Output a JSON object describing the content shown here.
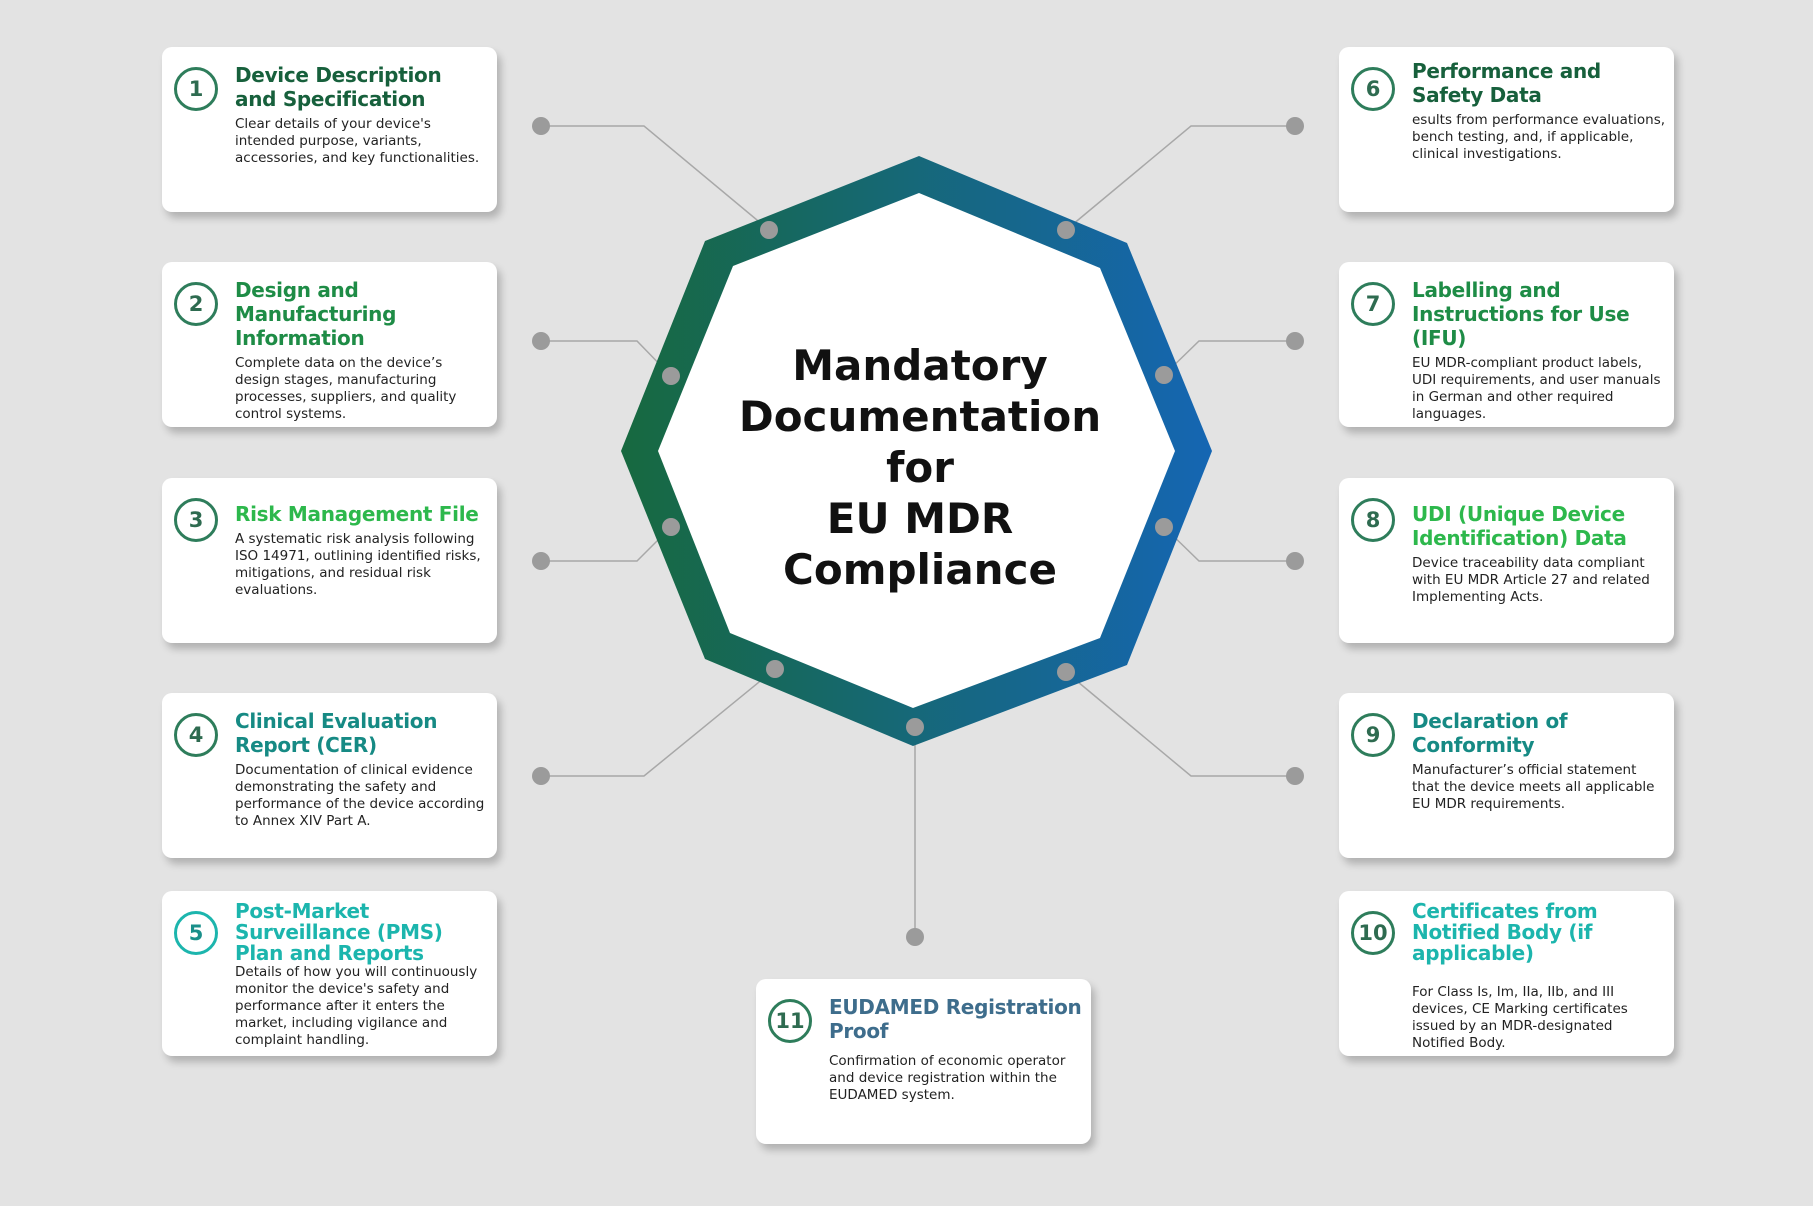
{
  "title": [
    "Mandatory",
    "Documentation",
    "for",
    "EU MDR",
    "Compliance"
  ],
  "colors": {
    "green_dark": "#17603c",
    "green": "#1e8c46",
    "green_bright": "#2db84c",
    "teal": "#168a84",
    "cyan": "#1cb5ad",
    "slate": "#3e6d8c",
    "ring_left": "#17693f",
    "ring_right": "#1566b3"
  },
  "items": [
    {
      "num": "1",
      "title": "Device Description and Specification",
      "desc": "Clear details of your device's intended purpose, variants, accessories, and key functionalities."
    },
    {
      "num": "2",
      "title": "Design and Manufacturing Information",
      "desc": "Complete data on the device’s design stages, manufacturing processes, suppliers, and quality control systems."
    },
    {
      "num": "3",
      "title": "Risk Management File",
      "desc": "A systematic risk analysis following ISO 14971, outlining identified risks, mitigations, and residual risk evaluations."
    },
    {
      "num": "4",
      "title": "Clinical Evaluation Report (CER)",
      "desc": "Documentation of clinical evidence demonstrating the safety and performance of the device according to Annex XIV Part A."
    },
    {
      "num": "5",
      "title": "Post-Market Surveillance (PMS) Plan and Reports",
      "desc": "Details of how you will continuously monitor the device's safety and performance after it enters the market, including vigilance and complaint handling."
    },
    {
      "num": "6",
      "title": "Performance and Safety Data",
      "desc": "esults from performance evaluations, bench testing, and, if applicable, clinical investigations."
    },
    {
      "num": "7",
      "title": "Labelling and Instructions for Use (IFU)",
      "desc": "EU MDR-compliant product labels, UDI requirements, and user manuals in German and other required languages."
    },
    {
      "num": "8",
      "title": "UDI (Unique Device Identification) Data",
      "desc": "Device traceability data compliant with EU MDR Article 27 and related Implementing Acts."
    },
    {
      "num": "9",
      "title": "Declaration of Conformity",
      "desc": "Manufacturer’s official statement that the device meets all applicable EU MDR requirements."
    },
    {
      "num": "10",
      "title": "Certificates from Notified Body (if applicable)",
      "desc": "For Class Is, Im, IIa, IIb, and III devices, CE Marking certificates issued by an MDR-designated Notified Body."
    },
    {
      "num": "11",
      "title": "EUDAMED Registration Proof",
      "desc": "Confirmation of economic operator and device registration within the EUDAMED system."
    }
  ]
}
